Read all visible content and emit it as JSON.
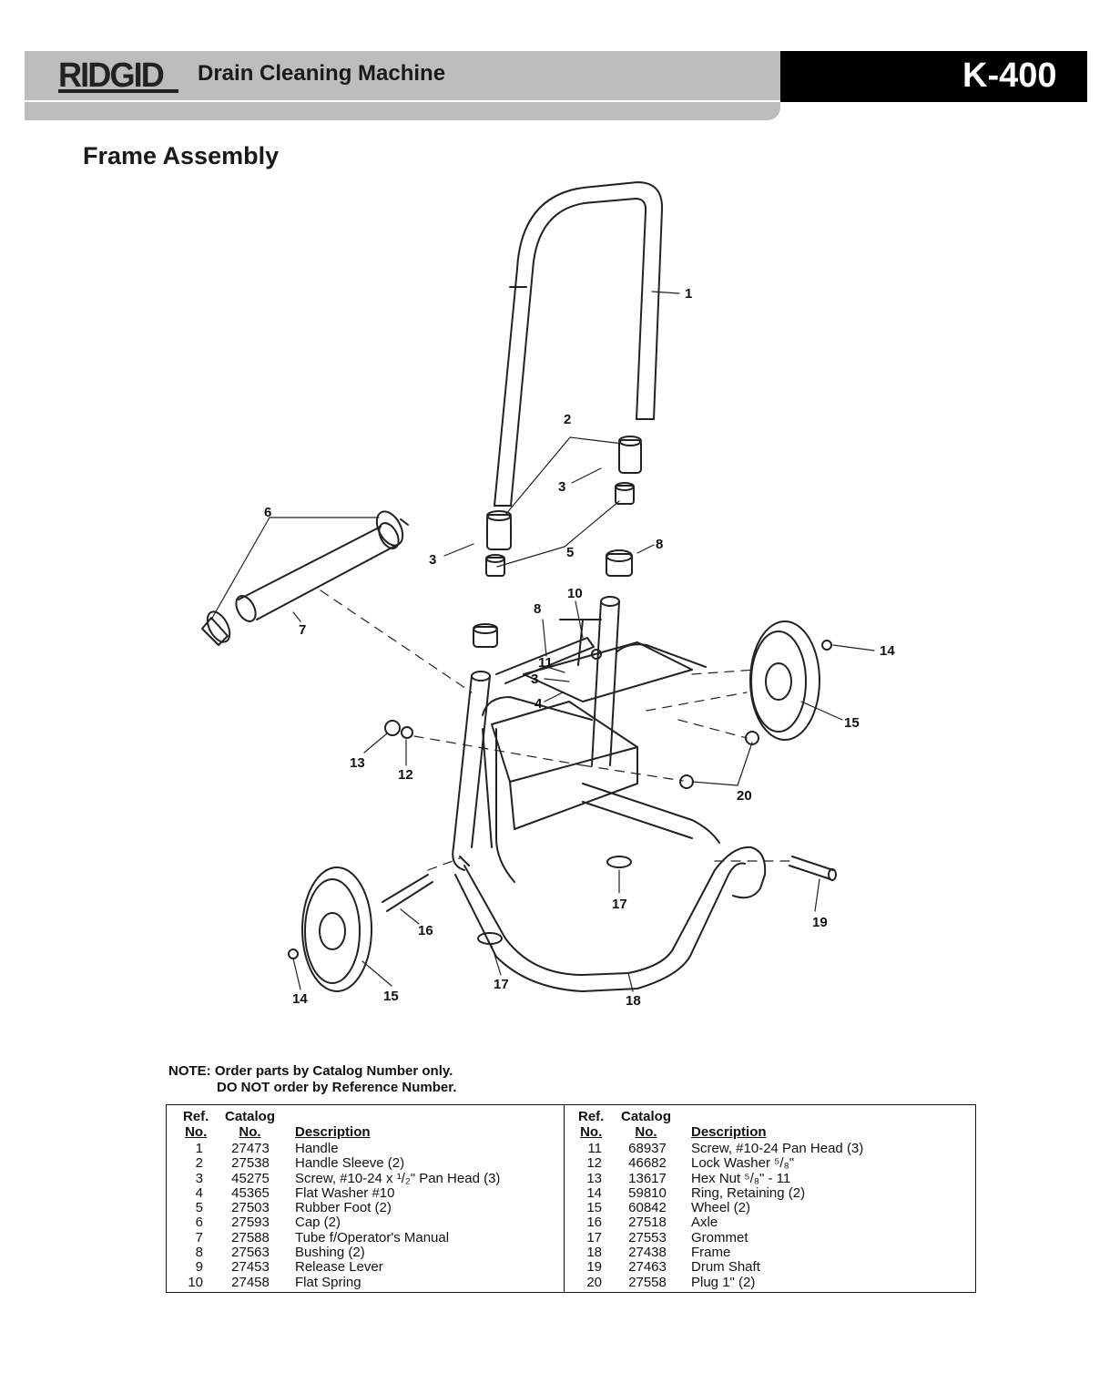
{
  "header": {
    "brand": "RIDGID",
    "title": "Drain Cleaning Machine",
    "model": "K-400"
  },
  "section_title": "Frame Assembly",
  "callouts": [
    "1",
    "2",
    "3",
    "3",
    "3",
    "4",
    "5",
    "6",
    "7",
    "8",
    "8",
    "10",
    "11",
    "12",
    "13",
    "14",
    "14",
    "15",
    "15",
    "16",
    "17",
    "17",
    "18",
    "19",
    "20"
  ],
  "note": {
    "line1": "NOTE: Order parts by Catalog Number only.",
    "line2": "DO NOT order by Reference Number."
  },
  "table": {
    "headers": {
      "ref_top": "Ref.",
      "ref_bottom": "No.",
      "cat_top": "Catalog",
      "cat_bottom": "No.",
      "desc": "Description"
    },
    "left": [
      {
        "ref": "1",
        "cat": "27473",
        "desc": "Handle"
      },
      {
        "ref": "2",
        "cat": "27538",
        "desc": "Handle Sleeve (2)"
      },
      {
        "ref": "3",
        "cat": "45275",
        "desc": "Screw, #10-24 x ¹/₂\" Pan Head (3)"
      },
      {
        "ref": "4",
        "cat": "45365",
        "desc": "Flat Washer #10"
      },
      {
        "ref": "5",
        "cat": "27503",
        "desc": "Rubber Foot (2)"
      },
      {
        "ref": "6",
        "cat": "27593",
        "desc": "Cap (2)"
      },
      {
        "ref": "7",
        "cat": "27588",
        "desc": "Tube f/Operator's Manual"
      },
      {
        "ref": "8",
        "cat": "27563",
        "desc": "Bushing (2)"
      },
      {
        "ref": "9",
        "cat": "27453",
        "desc": "Release Lever"
      },
      {
        "ref": "10",
        "cat": "27458",
        "desc": "Flat Spring"
      }
    ],
    "right": [
      {
        "ref": "11",
        "cat": "68937",
        "desc": "Screw, #10-24 Pan Head (3)"
      },
      {
        "ref": "12",
        "cat": "46682",
        "desc": "Lock Washer ⁵/₈\""
      },
      {
        "ref": "13",
        "cat": "13617",
        "desc": "Hex Nut ⁵/₈\" - 11"
      },
      {
        "ref": "14",
        "cat": "59810",
        "desc": "Ring, Retaining (2)"
      },
      {
        "ref": "15",
        "cat": "60842",
        "desc": "Wheel (2)"
      },
      {
        "ref": "16",
        "cat": "27518",
        "desc": "Axle"
      },
      {
        "ref": "17",
        "cat": "27553",
        "desc": "Grommet"
      },
      {
        "ref": "18",
        "cat": "27438",
        "desc": "Frame"
      },
      {
        "ref": "19",
        "cat": "27463",
        "desc": "Drum Shaft"
      },
      {
        "ref": "20",
        "cat": "27558",
        "desc": "Plug 1\" (2)"
      }
    ]
  }
}
